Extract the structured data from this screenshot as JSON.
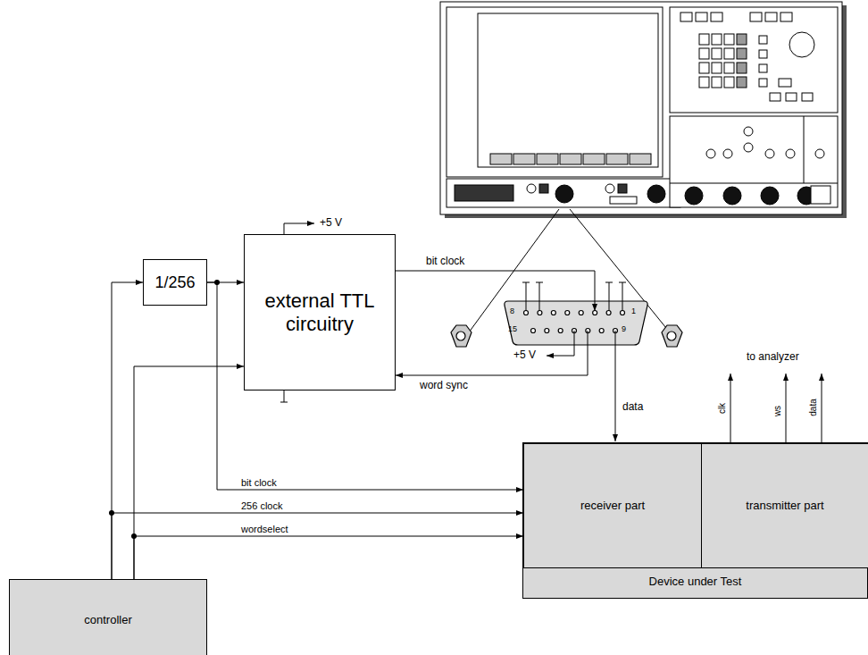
{
  "diagram": {
    "nodes": [
      {
        "text": [
          "1/256"
        ]
      },
      {
        "text": [
          "external TTL circuitry"
        ]
      },
      {
        "text": [
          "controller"
        ]
      },
      {
        "text": [
          "Device under Test"
        ]
      },
      {
        "text": [
          "receiver part"
        ],
        "in": 3
      },
      {
        "text": [
          "transmitter part"
        ],
        "in": 3
      }
    ],
    "edges": [
      {
        "from": 2,
        "to": 0,
        "arrow": "to"
      },
      {
        "from": 0,
        "to": 1,
        "arrow": "to"
      },
      {
        "from": 0,
        "to": 4,
        "label": "bit clock",
        "arrow": "to"
      },
      {
        "from": 2,
        "to": 4,
        "label": "256 clock",
        "arrow": "to"
      },
      {
        "from": 2,
        "to": 4,
        "label": "wordselect",
        "arrow": "to"
      },
      {
        "from": 2,
        "to": 1,
        "arrow": "to"
      }
    ],
    "labels": [
      "+5 V",
      "bit clock",
      "8",
      "1",
      "15",
      "9",
      "+5 V",
      "word sync",
      "data",
      "to analyzer",
      "clk",
      "ws",
      "data"
    ]
  }
}
